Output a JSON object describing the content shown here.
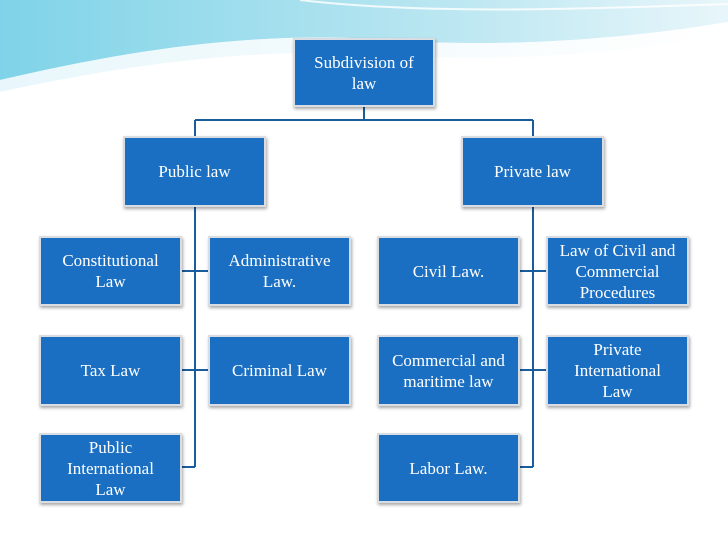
{
  "colors": {
    "box_fill": "#1a6fc2",
    "box_border": "#d9dde2",
    "connector": "#1a5d9c",
    "text": "#ffffff"
  },
  "root": {
    "label": "Subdivision of\nlaw"
  },
  "public": {
    "label": "Public law",
    "children": {
      "constitutional": "Constitutional\nLaw",
      "administrative": "Administrative\nLaw.",
      "tax": "Tax Law",
      "criminal": "Criminal Law",
      "public_international": "Public\nInternational\nLaw"
    }
  },
  "private": {
    "label": "Private law",
    "children": {
      "civil": "Civil Law.",
      "civil_commercial_procedures": "Law of Civil and\nCommercial\nProcedures",
      "commercial_maritime": "Commercial and\nmaritime law",
      "private_international": "Private\nInternational\nLaw",
      "labor": "Labor Law."
    }
  }
}
